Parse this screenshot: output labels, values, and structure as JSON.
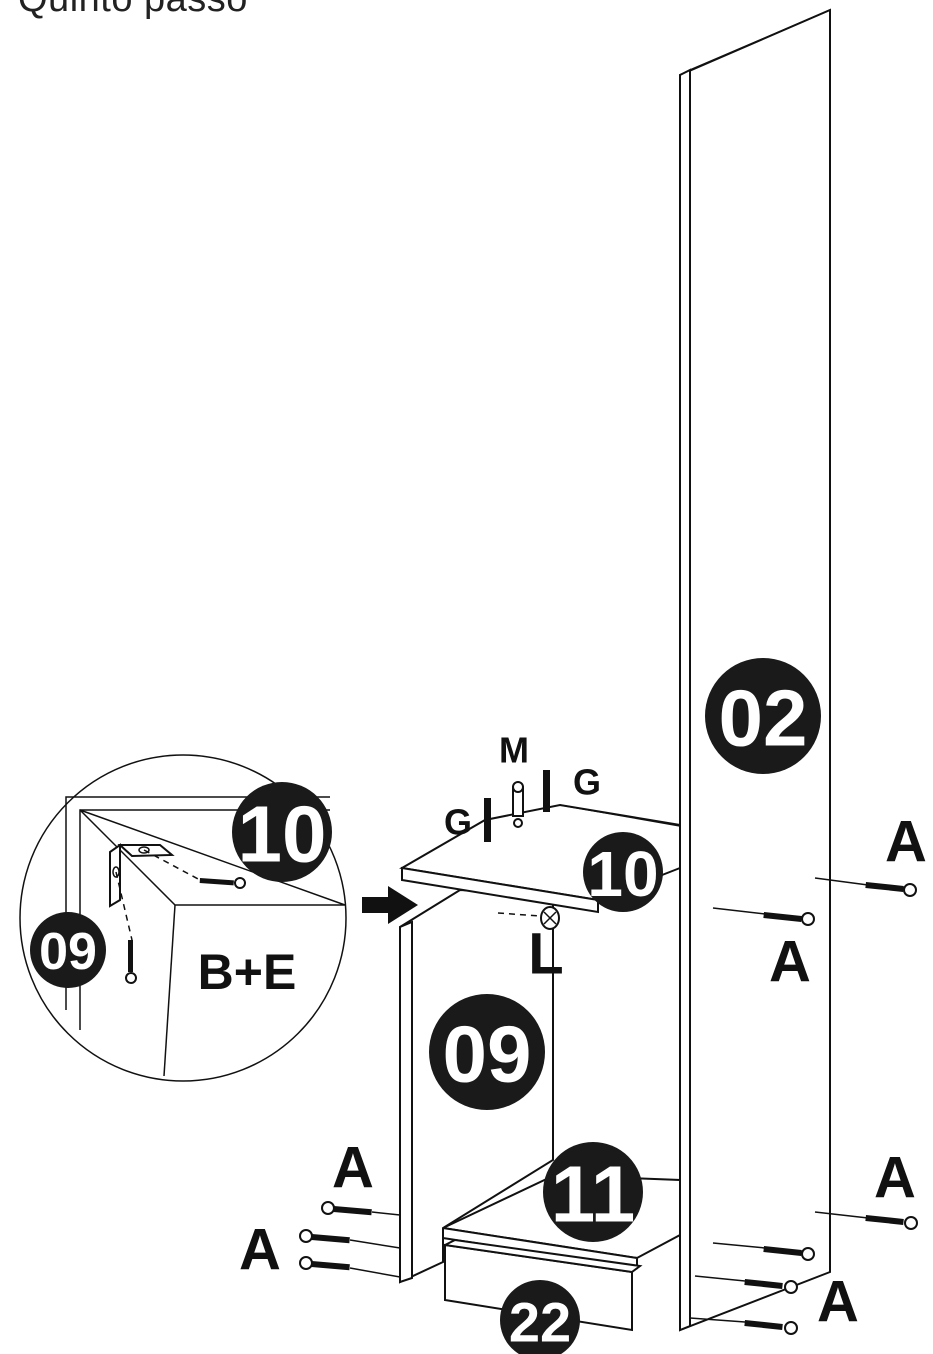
{
  "title": "Quinto passo",
  "parts": {
    "side_panel": "02",
    "top_shelf_detail": "10",
    "top_shelf": "10",
    "left_panel_detail": "09",
    "left_panel": "09",
    "bottom_shelf": "11",
    "drawer": "22"
  },
  "hardware": {
    "screw": "A",
    "dowel_left": "G",
    "dowel_right": "G",
    "cam_bolt": "M",
    "cam_lock": "L",
    "bracket_screws": "B+E"
  },
  "colors": {
    "ink": "#111111",
    "badge": "#1a1a1a",
    "paper": "#ffffff"
  }
}
